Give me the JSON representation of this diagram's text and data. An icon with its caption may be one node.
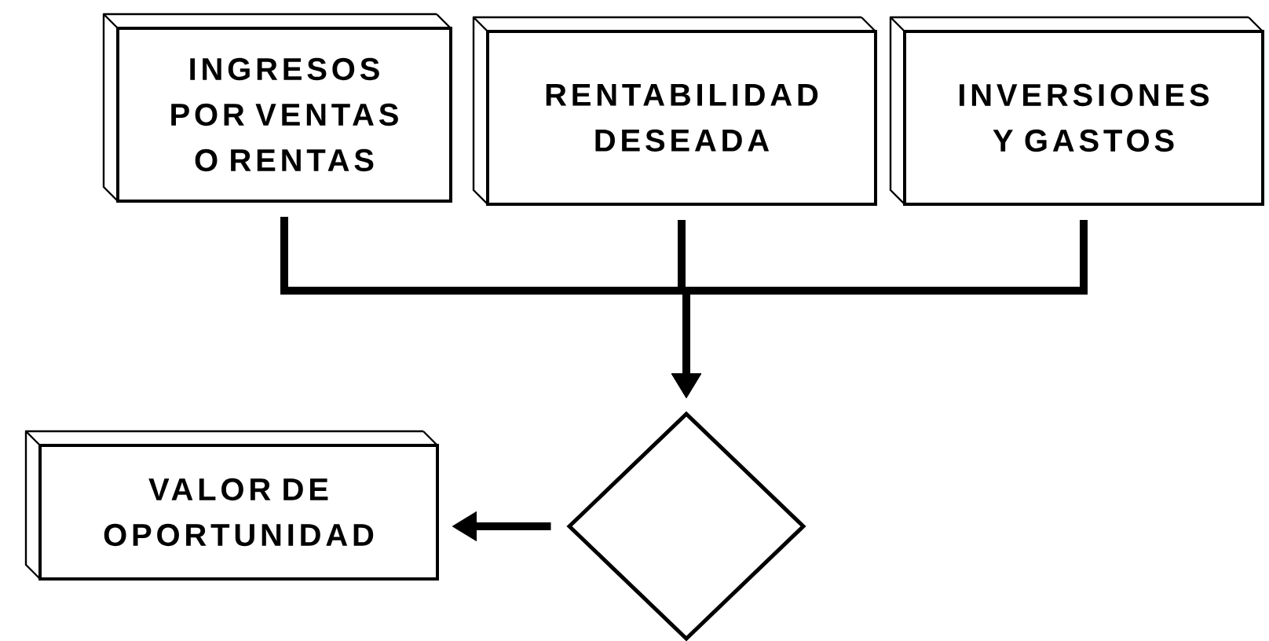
{
  "diagram": {
    "nodes": [
      {
        "text": [
          "INGRESOS POR VENTAS O RENTAS"
        ]
      },
      {
        "text": [
          "RENTABILIDAD DESEADA"
        ]
      },
      {
        "text": [
          "INVERSIONES Y GASTOS"
        ]
      },
      {
        "text": [],
        "shape": "diamond"
      },
      {
        "text": [
          "VALOR DE OPORTUNIDAD"
        ]
      }
    ],
    "edges": [
      {
        "from": 0,
        "to": 3,
        "arrow": "to"
      },
      {
        "from": 1,
        "to": 3,
        "arrow": "to"
      },
      {
        "from": 2,
        "to": 3,
        "arrow": "to"
      },
      {
        "from": 3,
        "to": 4,
        "arrow": "to"
      }
    ]
  }
}
